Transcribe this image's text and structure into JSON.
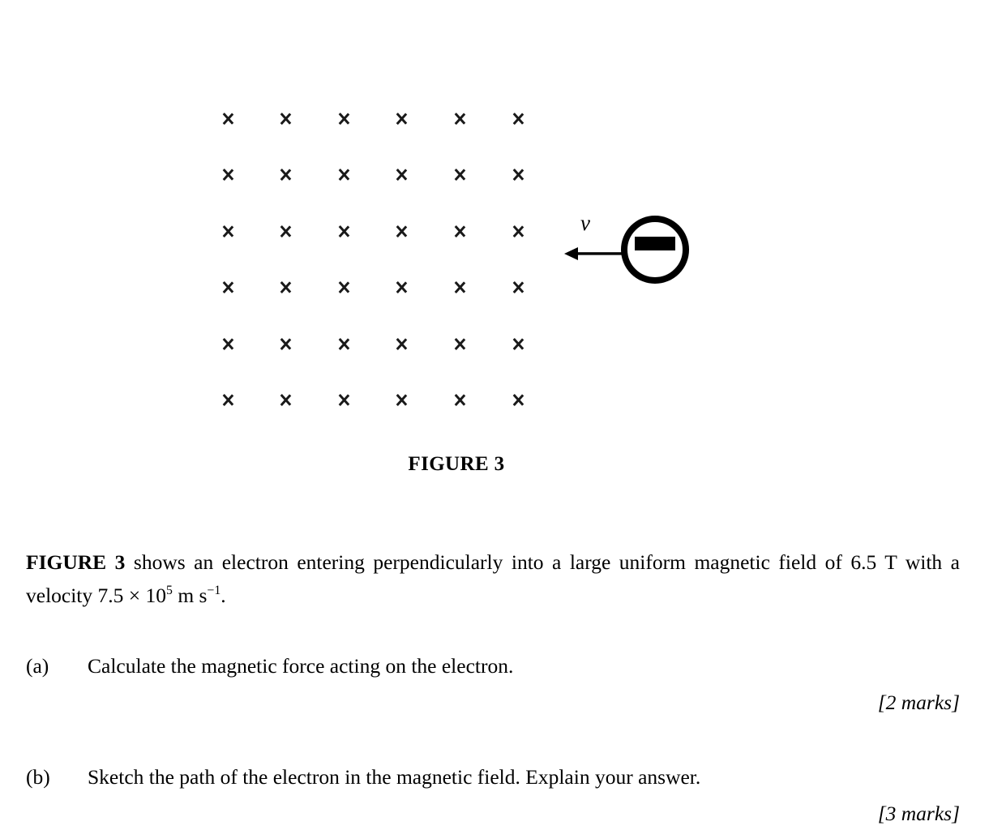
{
  "figure": {
    "caption": "FIGURE 3",
    "field": {
      "symbol": "x",
      "rows": 6,
      "columns": 6,
      "meaning": "magnetic-field-into-page"
    },
    "electron": {
      "charge_symbol": "−",
      "velocity_label": "v",
      "velocity_direction": "left"
    }
  },
  "body": {
    "intro": {
      "bold_lead": "FIGURE 3",
      "text_1": " shows an electron entering perpendicularly into a large uniform magnetic field of 6.5 T with a velocity 7.5 × 10",
      "sup_1": "5",
      "text_2": " m s",
      "sup_2": "−1",
      "text_3": "."
    },
    "parts": [
      {
        "label": "(a)",
        "text": "Calculate the magnetic force acting on the electron.",
        "marks": "[2 marks]"
      },
      {
        "label": "(b)",
        "text": "Sketch the path of the electron in the magnetic field. Explain your answer.",
        "marks": "[3 marks]"
      }
    ]
  }
}
